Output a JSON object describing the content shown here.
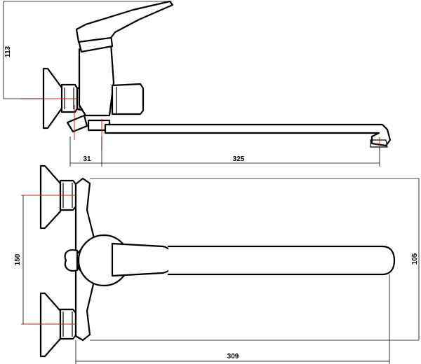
{
  "dimensions": {
    "height_113": "113",
    "offset_31": "31",
    "spout_325": "325",
    "centers_150": "150",
    "depth_105": "105",
    "length_309": "309"
  },
  "colors": {
    "lines": "#000000",
    "center_axis": "#d02020",
    "background": "#ffffff"
  }
}
